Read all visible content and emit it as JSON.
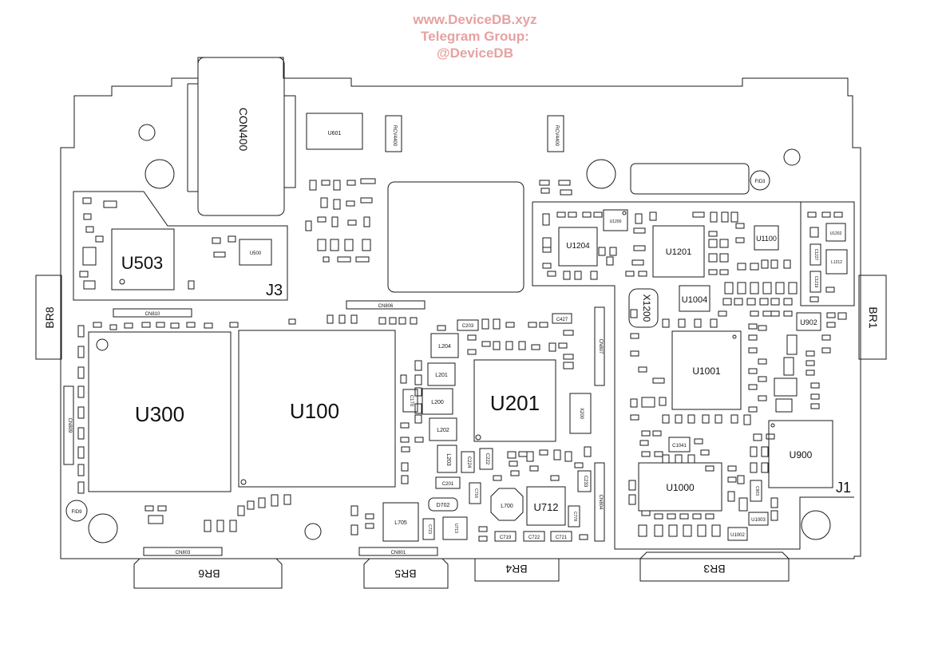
{
  "watermark": {
    "line1": "www.DeviceDB.xyz",
    "line2": "Telegram Group:",
    "line3": "@DeviceDB"
  },
  "colors": {
    "outline": "#1a1a1a",
    "background": "#ffffff",
    "watermark": "#e7a1a1"
  },
  "ics": {
    "u100": "U100",
    "u300": "U300",
    "u201": "U201",
    "u503": "U503",
    "u500": "U500",
    "u601": "U601",
    "u1000": "U1000",
    "u1001": "U1001",
    "u1004": "U1004",
    "u1100": "U1100",
    "u1200": "U1200",
    "u1201": "U1201",
    "u1202": "U1202",
    "u1204": "U1204",
    "u900": "U900",
    "u902": "U902",
    "u712": "U712",
    "u713": "U713",
    "u1002": "U1002",
    "u1003": "U1003"
  },
  "connectors": {
    "con400": "CON400",
    "cn810": "CN810",
    "cn806": "CN806",
    "cn807": "CN807",
    "cn809": "CN809",
    "cn804": "CN804",
    "cn803": "CN803",
    "cn801": "CN801",
    "j1": "J1",
    "j3": "J3"
  },
  "brackets": {
    "br1": "BR1",
    "br3": "BR3",
    "br4": "BR4",
    "br5": "BR5",
    "br6": "BR6",
    "br8": "BR8"
  },
  "passives": {
    "l204": "L204",
    "l201": "L201",
    "l200": "L200",
    "l202": "L202",
    "l203": "L203",
    "l700": "L700",
    "l705": "L705",
    "l1212": "L1212",
    "c203": "C203",
    "c427": "C427",
    "c170": "C170",
    "c201": "C201",
    "c222": "C222",
    "c224": "C224",
    "c233": "C233",
    "c716": "C716",
    "c719": "C719",
    "c721": "C721",
    "c722": "C722",
    "c723": "C723",
    "c1041": "C1041",
    "c903": "C903",
    "c1227": "C1227",
    "c1219": "C1219",
    "c778": "C778",
    "d702": "D702",
    "x200": "X200",
    "x1200": "X1200",
    "rcv4400a": "RCV4400",
    "rcv4400b": "RCV4400"
  },
  "fiducials": {
    "fid3": "FID3",
    "fid9": "FID9"
  }
}
